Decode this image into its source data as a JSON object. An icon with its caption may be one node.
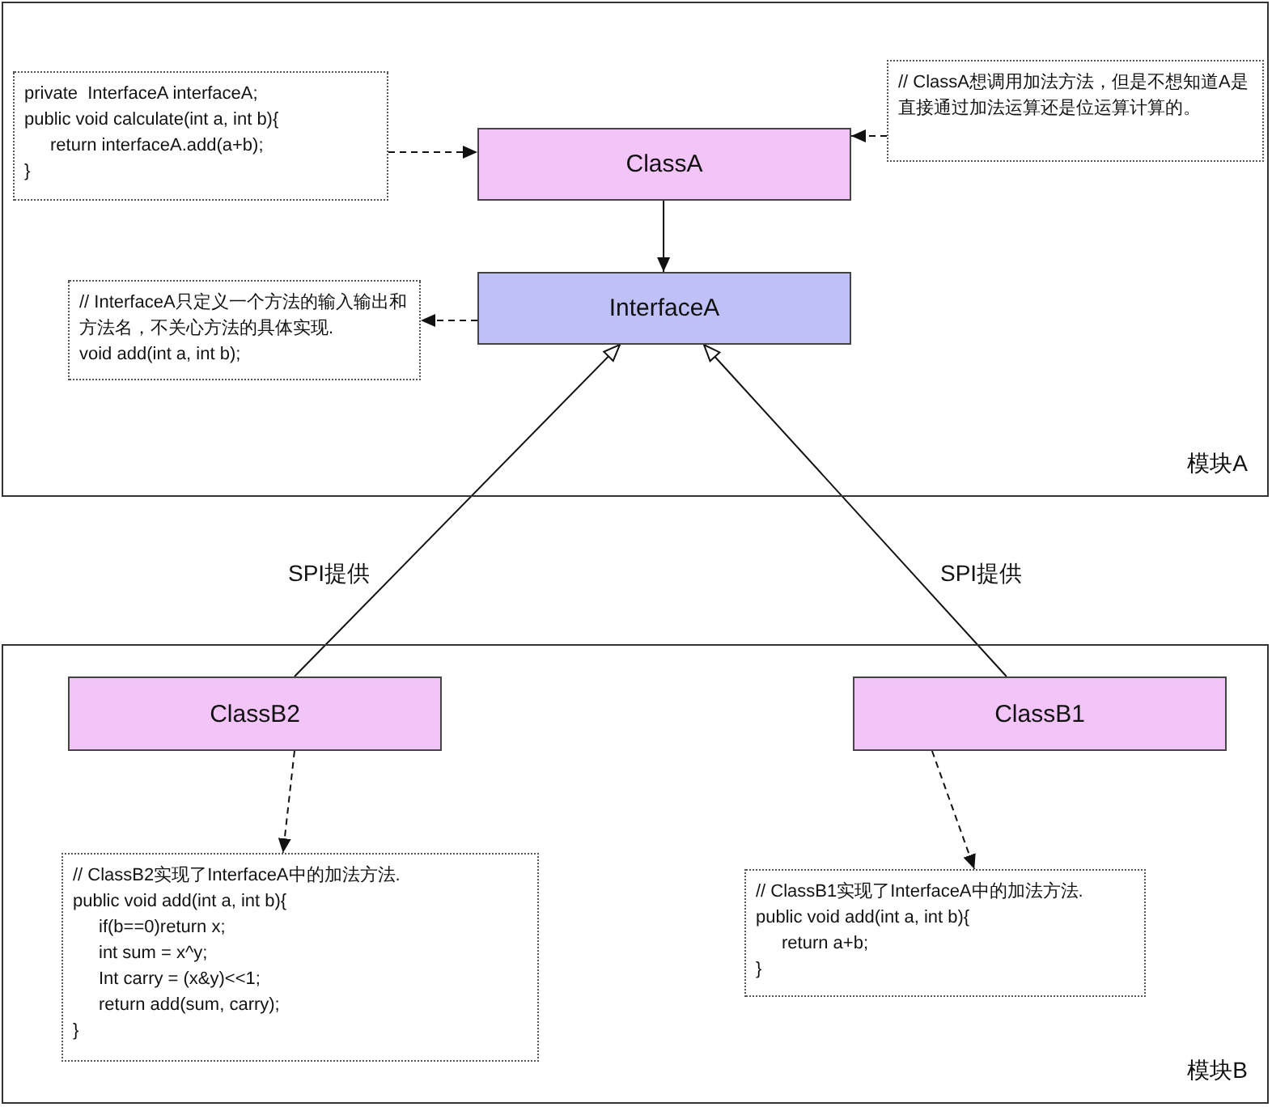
{
  "diagram": {
    "nodes": [
      {
        "text": [
          "模块A"
        ]
      },
      {
        "text": [
          "private  InterfaceA interfaceA;",
          "public void calculate(int a, int b){",
          "return interfaceA.add(a+b);",
          "}"
        ],
        "in": 0
      },
      {
        "text": [
          "ClassA"
        ],
        "in": 0
      },
      {
        "text": [
          "// ClassA想调用加法方法，但是不想知道A是直接通过加法运算还是位运算计算的。"
        ],
        "in": 0
      },
      {
        "text": [
          "InterfaceA"
        ],
        "in": 0
      },
      {
        "text": [
          "// InterfaceA只定义一个方法的输入输出和方法名，不关心方法的具体实现.",
          "void add(int a, int b);"
        ],
        "in": 0
      },
      {
        "text": [
          "模块B"
        ]
      },
      {
        "text": [
          "ClassB2"
        ],
        "in": 6
      },
      {
        "text": [
          "ClassB1"
        ],
        "in": 6
      },
      {
        "text": [
          "// ClassB2实现了InterfaceA中的加法方法.",
          "public void add(int a, int b){",
          "if(b==0)return x;",
          "int sum = x^y;",
          "Int carry = (x&y)<<1;",
          "return add(sum, carry);",
          "}"
        ],
        "in": 6
      },
      {
        "text": [
          "// ClassB1实现了InterfaceA中的加法方法.",
          "public void add(int a, int b){",
          "return a+b;",
          "}"
        ],
        "in": 6
      }
    ],
    "edges": [
      {
        "from": 1,
        "to": 2,
        "arrow": "to",
        "style": "dashed"
      },
      {
        "from": 3,
        "to": 2,
        "arrow": "to",
        "style": "dashed"
      },
      {
        "from": 2,
        "to": 4,
        "arrow": "to"
      },
      {
        "from": 4,
        "to": 5,
        "arrow": "to",
        "style": "dashed"
      },
      {
        "from": 7,
        "to": 4,
        "arrow": "to",
        "label": "SPI提供"
      },
      {
        "from": 8,
        "to": 4,
        "arrow": "to",
        "label": "SPI提供"
      },
      {
        "from": 7,
        "to": 9,
        "arrow": "to",
        "style": "dashed"
      },
      {
        "from": 8,
        "to": 10,
        "arrow": "to",
        "style": "dashed"
      }
    ]
  }
}
